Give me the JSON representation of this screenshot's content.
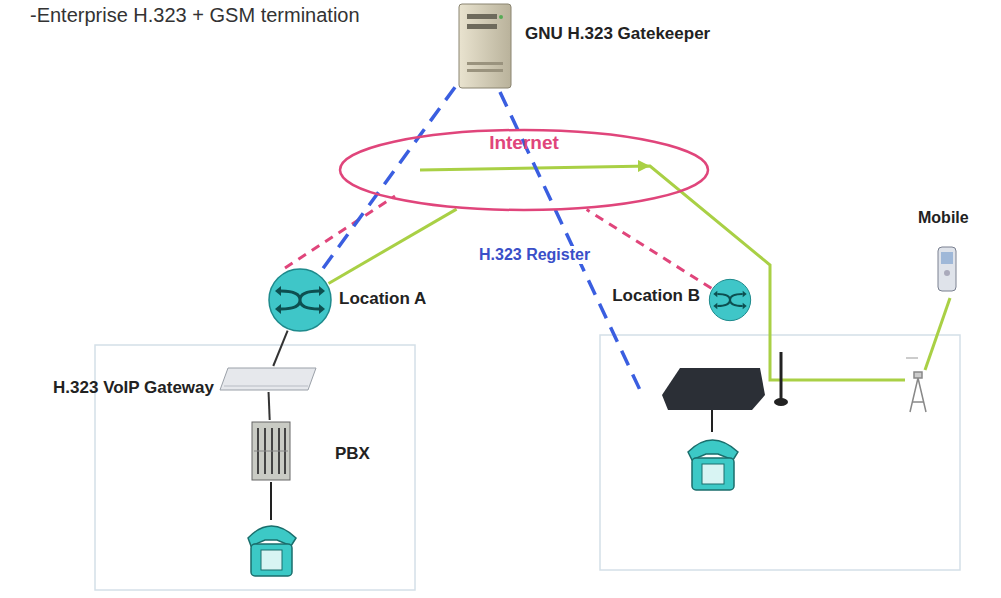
{
  "diagram": {
    "title": "-Enterprise H.323 + GSM termination",
    "nodes": [
      {
        "text": [
          "GNU H.323 Gatekeeper"
        ]
      },
      {
        "text": [
          "Internet"
        ]
      },
      {
        "text": [
          "Location A"
        ]
      },
      {
        "text": [
          "Location B"
        ]
      },
      {
        "text": [
          "H.323 VoIP Gateway"
        ]
      },
      {
        "text": [
          "PBX"
        ]
      },
      {
        "text": [
          "Mobile"
        ]
      }
    ],
    "edges": [
      {
        "from": 2,
        "to": 1,
        "arrow": "none"
      },
      {
        "from": 3,
        "to": 1,
        "arrow": "none"
      },
      {
        "from": 0,
        "to": 2,
        "arrow": "none"
      },
      {
        "from": 4,
        "to": 2,
        "arrow": "none"
      },
      {
        "from": 5,
        "to": 4,
        "arrow": "none"
      }
    ],
    "labels": [
      "H.323 Register"
    ]
  }
}
